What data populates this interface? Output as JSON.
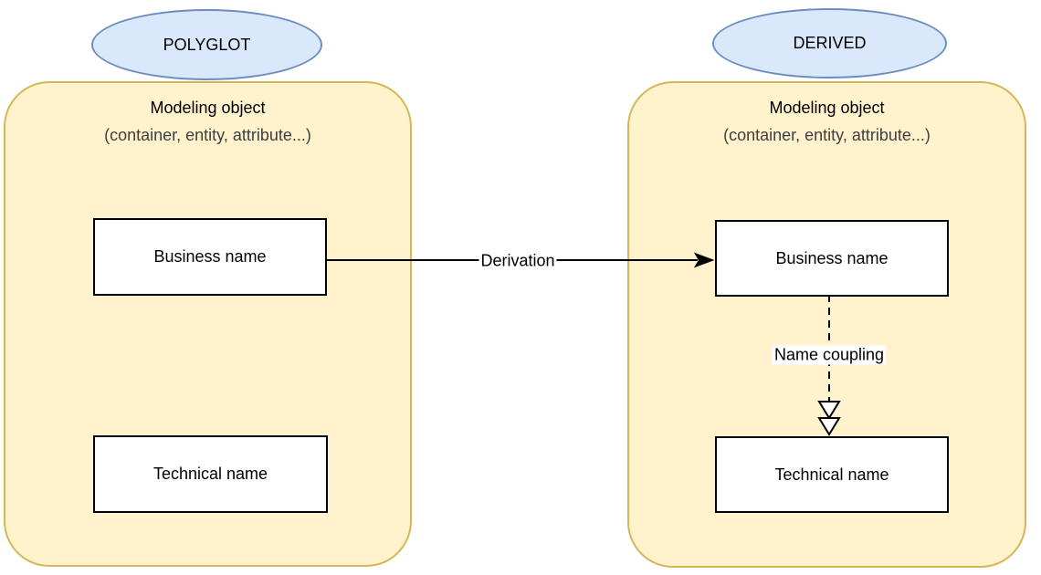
{
  "diagram": {
    "background": "#ffffff",
    "colors": {
      "group_fill": "#fff2cc",
      "group_border": "#d6b656",
      "tag_fill": "#dae8fc",
      "tag_border": "#6c8ebf",
      "box_fill": "#ffffff",
      "line": "#000000",
      "subtitle_text": "#404040"
    },
    "groups": [
      {
        "tag": "POLYGLOT",
        "title": "Modeling object",
        "subtitle": "(container, entity, attribute...)",
        "boxes": [
          {
            "label": "Business name"
          },
          {
            "label": "Technical name"
          }
        ]
      },
      {
        "tag": "DERIVED",
        "title": "Modeling object",
        "subtitle": "(container, entity, attribute...)",
        "boxes": [
          {
            "label": "Business name"
          },
          {
            "label": "Technical name"
          }
        ]
      }
    ],
    "edges": [
      {
        "label": "Derivation",
        "type": "solid-filled-arrow",
        "from": "POLYGLOT Business name",
        "to": "DERIVED Business name"
      },
      {
        "label": "Name coupling",
        "type": "dashed-double-open-arrow",
        "from": "DERIVED Business name",
        "to": "DERIVED Technical name"
      }
    ]
  }
}
